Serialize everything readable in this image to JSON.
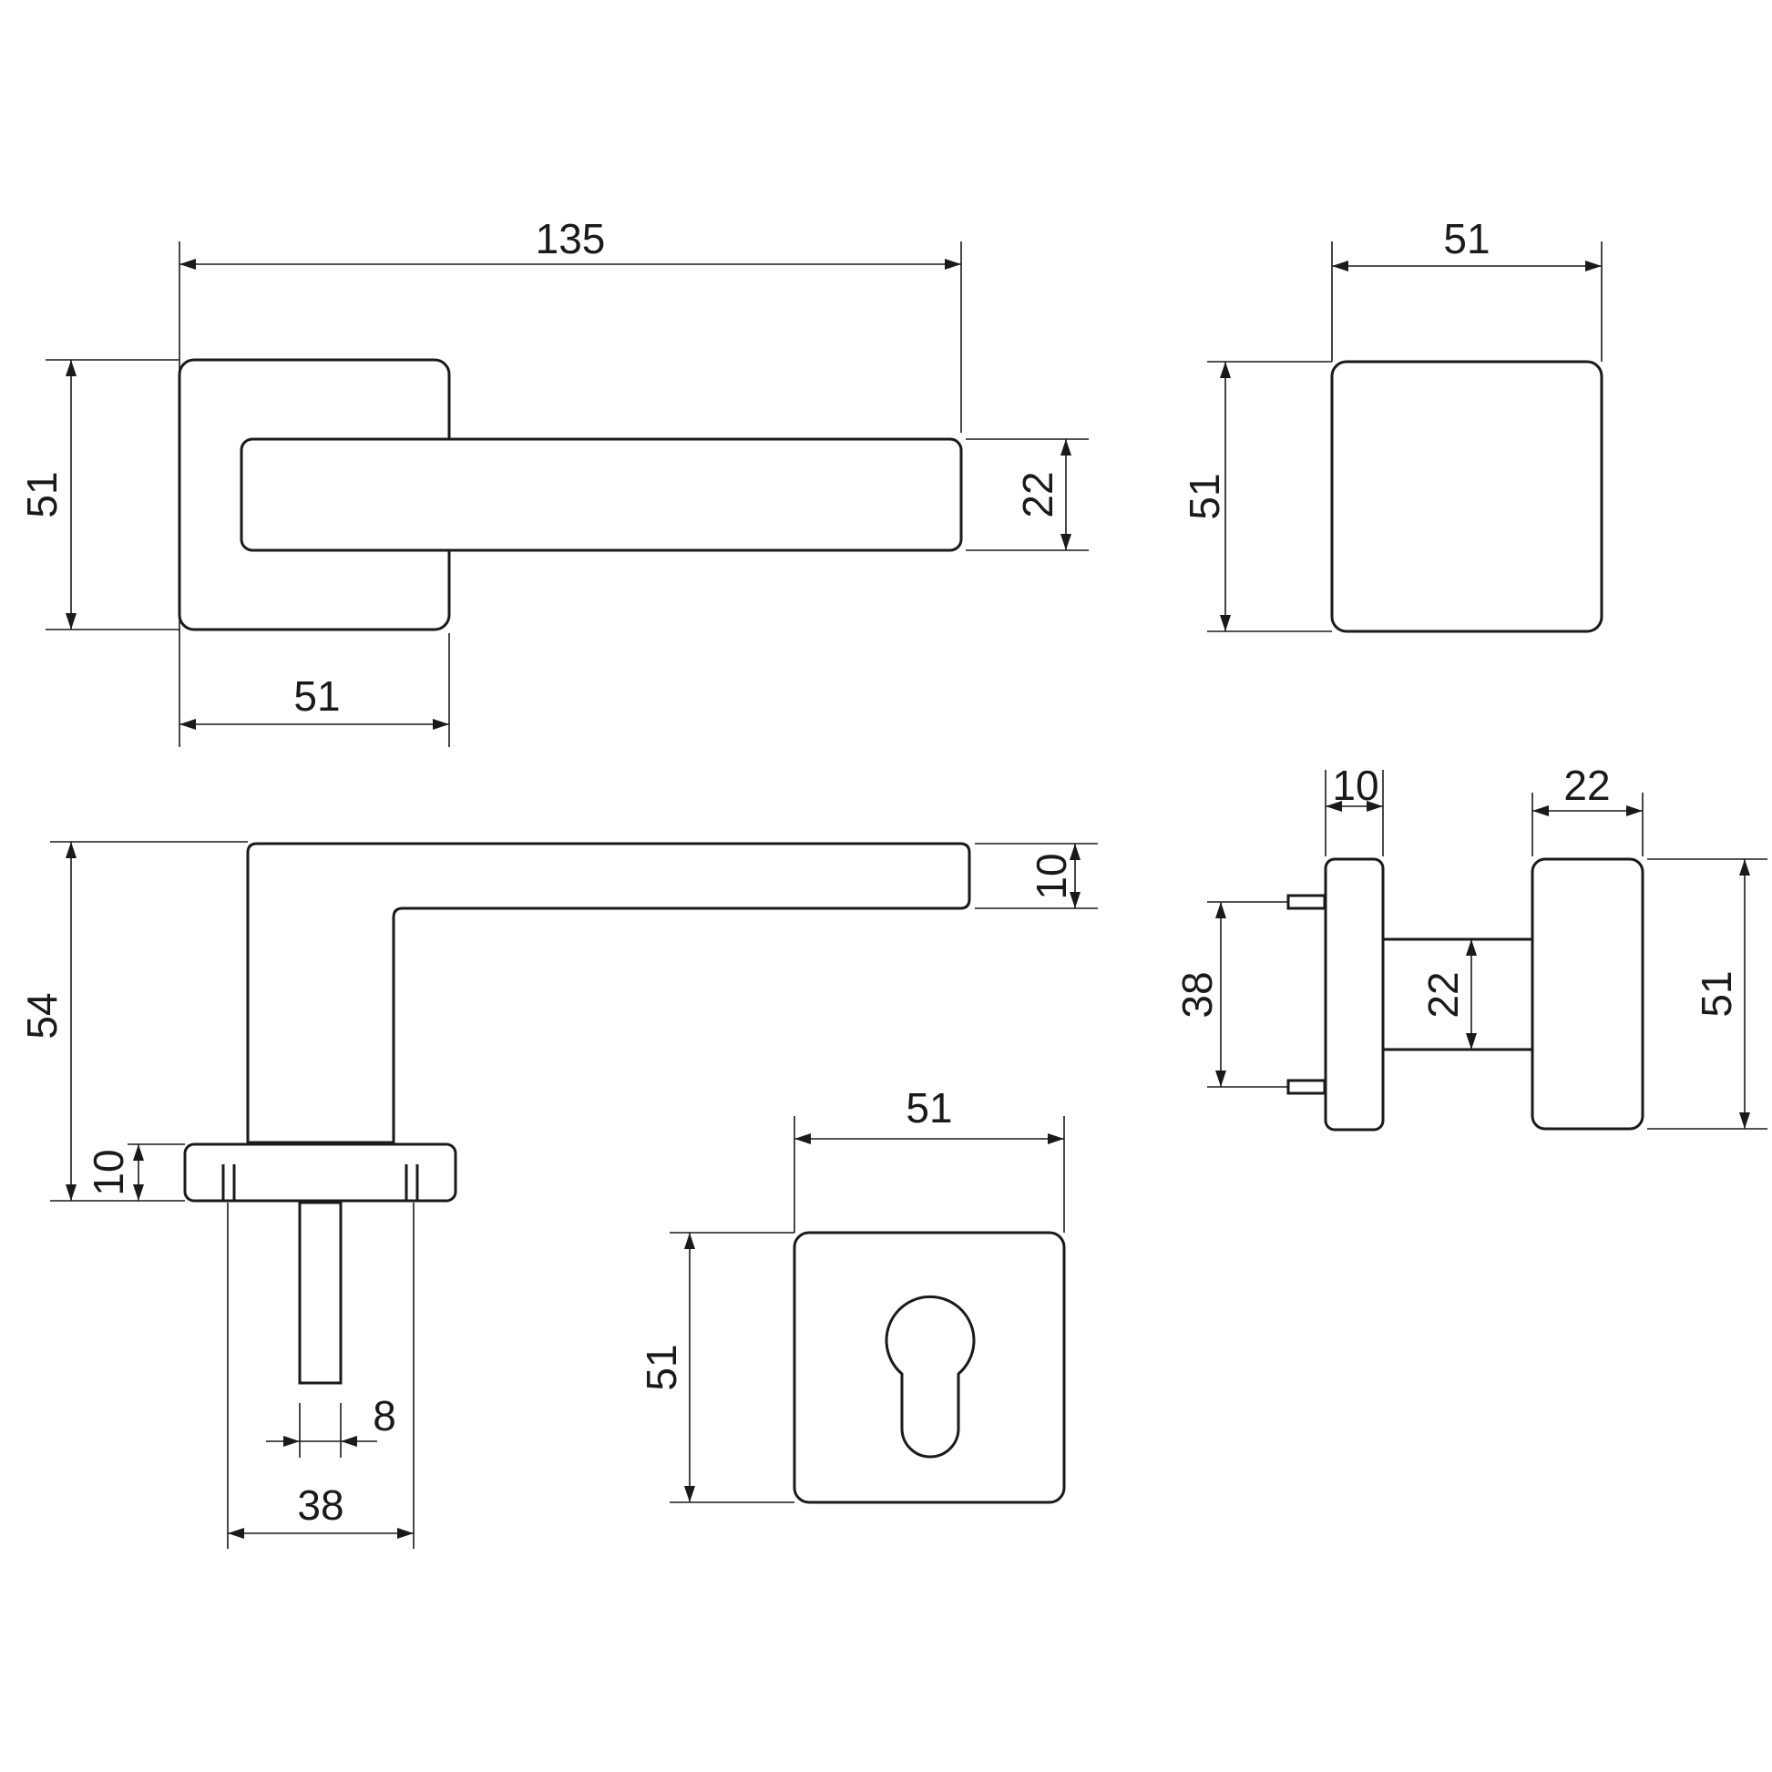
{
  "dimensions": {
    "lever_length": "135",
    "lever_rose_height": "51",
    "lever_rose_width": "51",
    "lever_grip_height": "22",
    "lever_side_height": "54",
    "lever_side_tip": "10",
    "lever_side_rose": "10",
    "spindle": "8",
    "rose_fixing_spacing": "38",
    "knob_face_width": "51",
    "knob_face_height": "51",
    "escutcheon_width": "51",
    "escutcheon_height": "51",
    "knob_side_rose": "10",
    "knob_side_depth": "22",
    "knob_side_fixing": "38",
    "knob_side_neck": "22",
    "knob_side_height": "51"
  }
}
